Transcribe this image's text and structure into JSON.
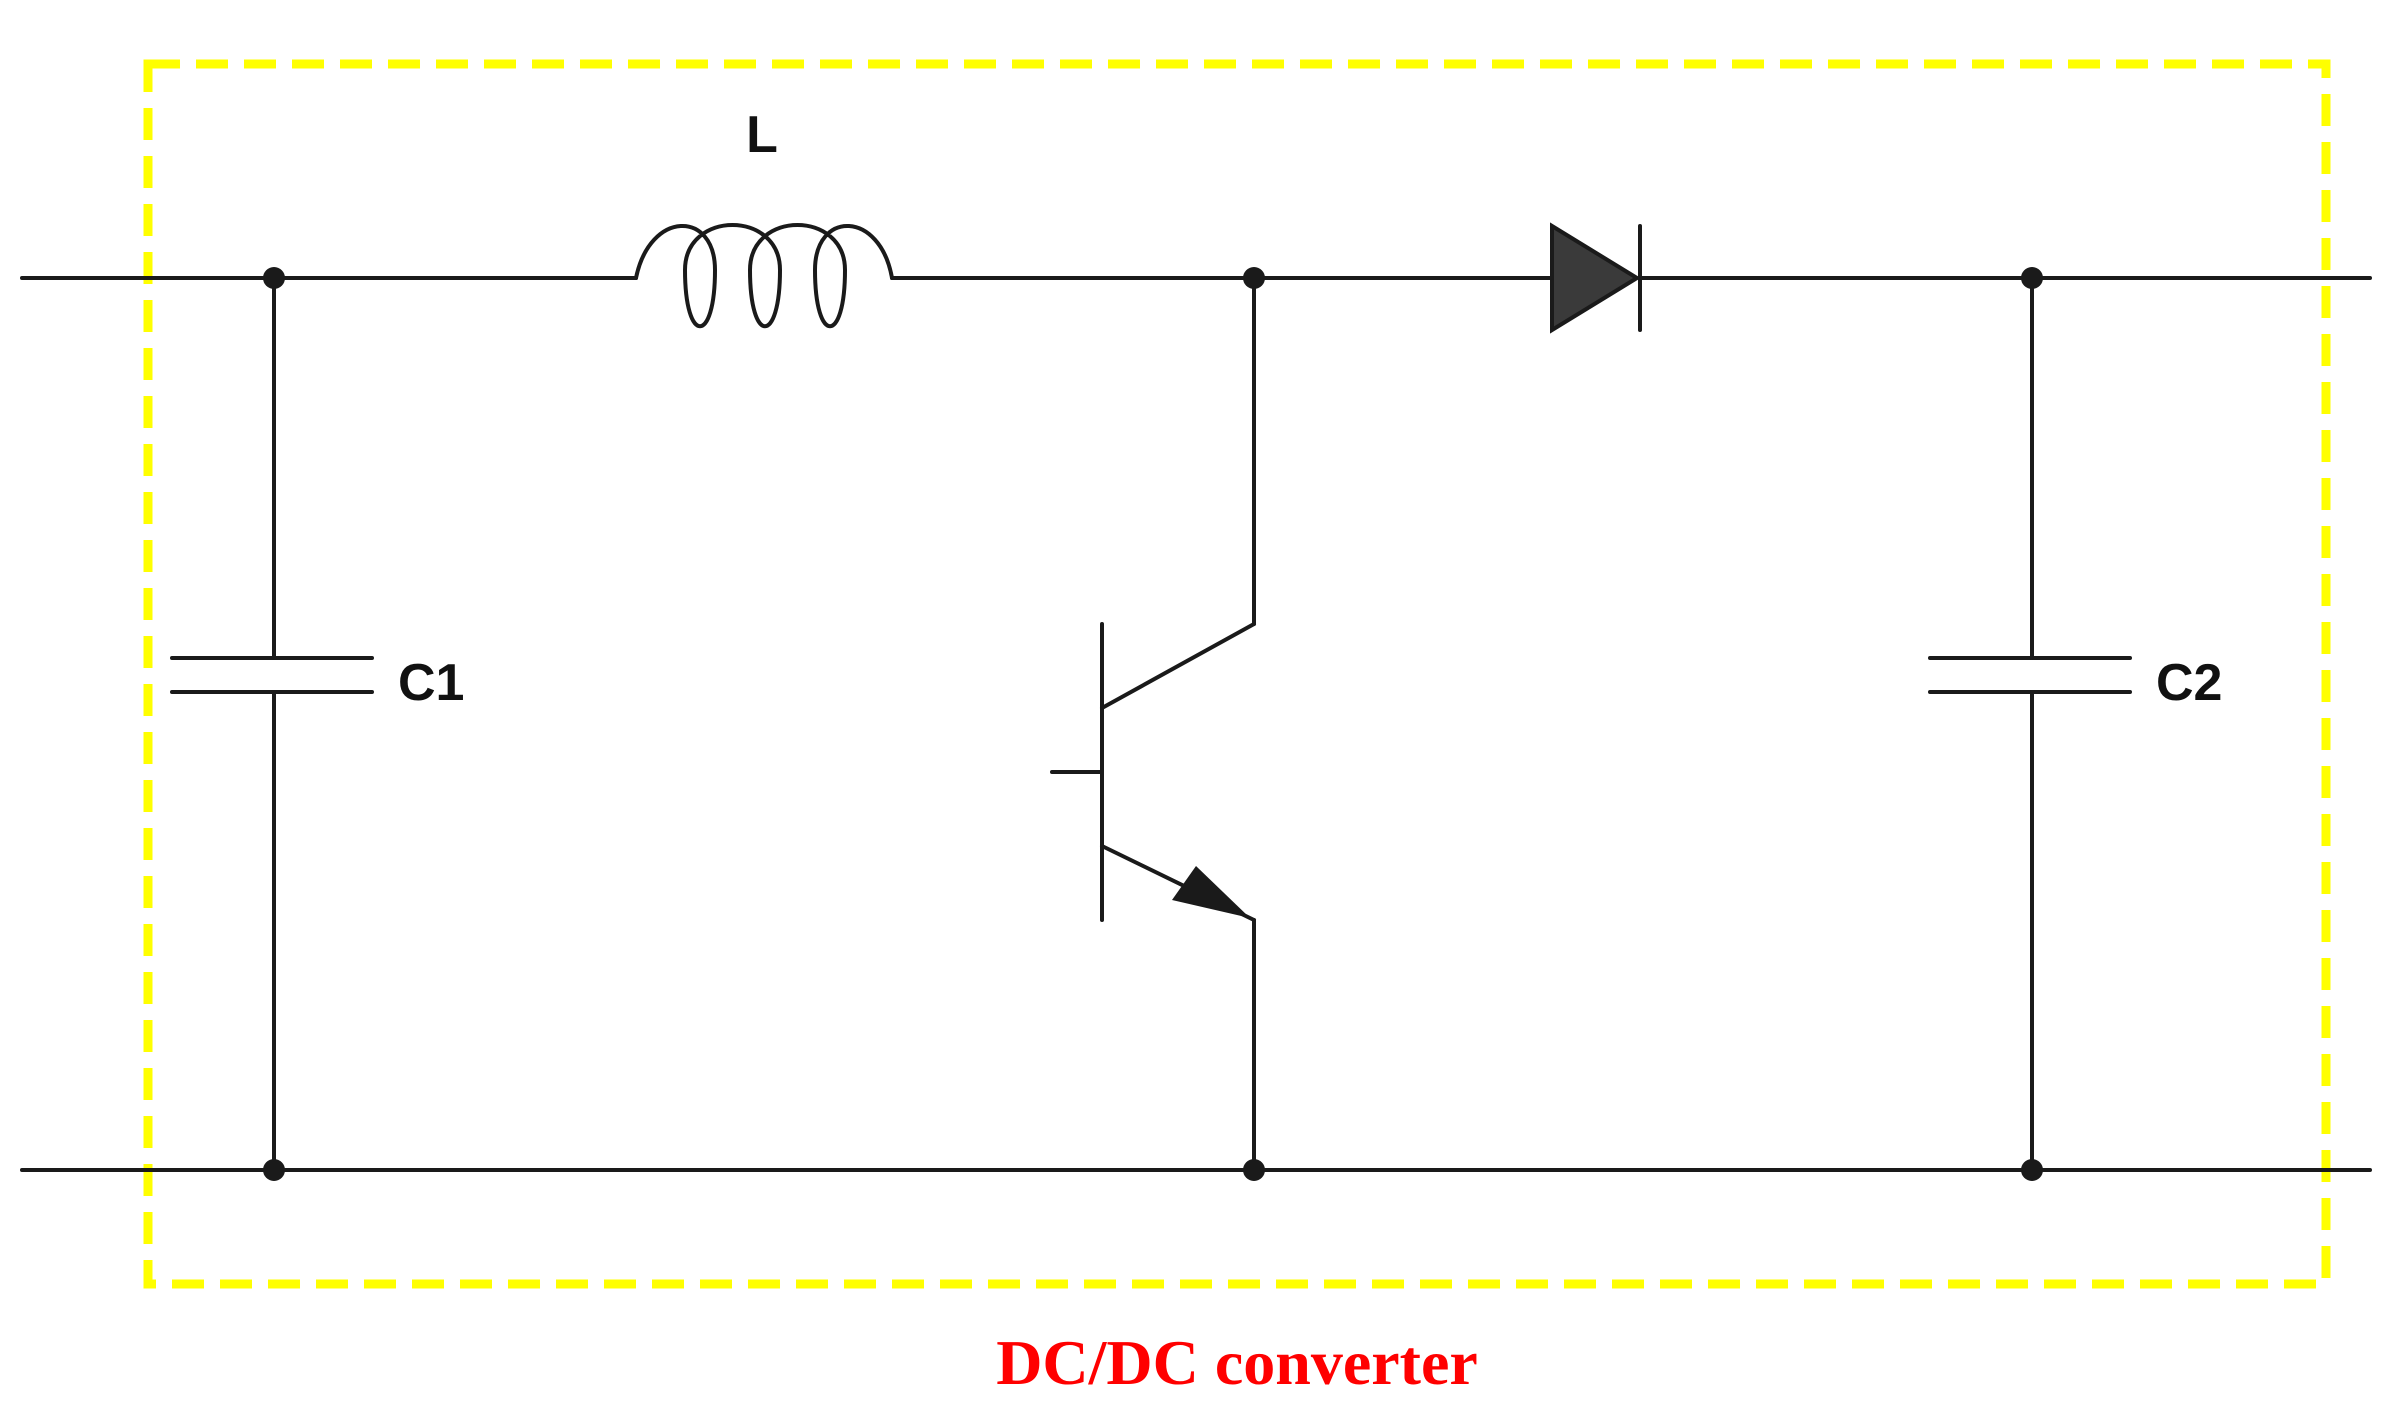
{
  "diagram": {
    "labels": {
      "inductor": "L",
      "input_capacitor": "C1",
      "output_capacitor": "C2"
    },
    "caption": "DC/DC converter"
  },
  "colors": {
    "boundary": "#FFFF00",
    "caption": "#FF0000",
    "wire": "#1a1a1a",
    "diode_fill": "#3a3a3a"
  }
}
